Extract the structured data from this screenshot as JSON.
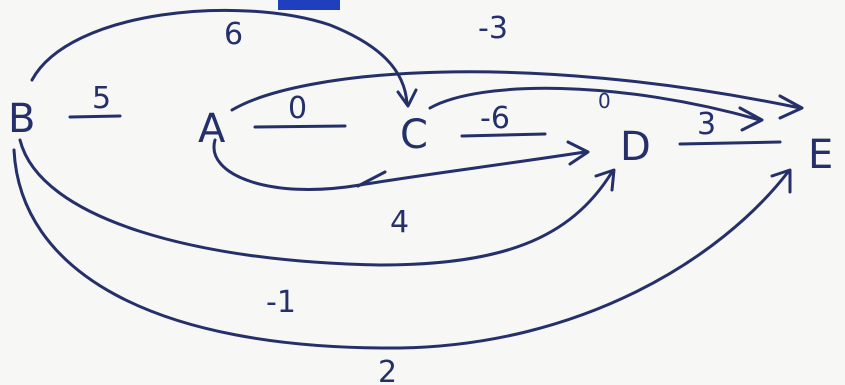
{
  "colors": {
    "ink": "#25306a",
    "paper": "#f7f7f5",
    "marker_top": "#1f3fbf"
  },
  "nodes": [
    {
      "id": "B",
      "label": "B"
    },
    {
      "id": "A",
      "label": "A"
    },
    {
      "id": "C",
      "label": "C"
    },
    {
      "id": "D",
      "label": "D"
    },
    {
      "id": "E",
      "label": "E"
    }
  ],
  "edges": [
    {
      "from": "B",
      "to": "C",
      "weight": "6"
    },
    {
      "from": "B",
      "to": "A",
      "weight": "5"
    },
    {
      "from": "A",
      "to": "C",
      "weight": "0"
    },
    {
      "from": "A",
      "to": "D",
      "weight": "4"
    },
    {
      "from": "C",
      "to": "D",
      "weight": "-6"
    },
    {
      "from": "C",
      "to": "E",
      "weight": "0"
    },
    {
      "from": "A",
      "to": "E",
      "weight": "-3"
    },
    {
      "from": "D",
      "to": "E",
      "weight": "3"
    },
    {
      "from": "B",
      "to": "D",
      "weight": "-1"
    },
    {
      "from": "B",
      "to": "E",
      "weight": "2"
    }
  ]
}
